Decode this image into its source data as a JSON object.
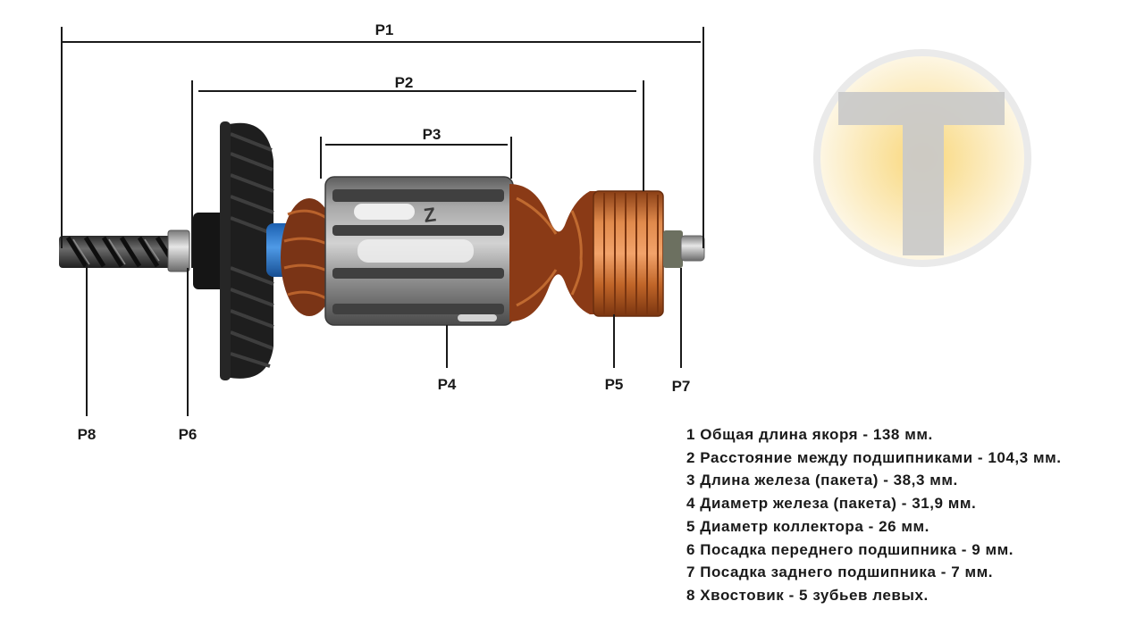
{
  "labels": {
    "p1": "P1",
    "p2": "P2",
    "p3": "P3",
    "p4": "P4",
    "p5": "P5",
    "p6": "P6",
    "p7": "P7",
    "p8": "P8"
  },
  "specs": [
    "1 Общая длина якоря - 138 мм.",
    "2 Расстояние между подшипниками - 104,3 мм.",
    "3 Длина железа (пакета) - 38,3 мм.",
    "4 Диаметр железа (пакета) - 31,9 мм.",
    "5 Диаметр коллектора - 26 мм.",
    "6 Посадка переднего подшипника - 9 мм.",
    "7 Посадка заднего подшипника - 7 мм.",
    "8 Хвостовик - 5 зубьев левых."
  ],
  "logo": {
    "letter": "T"
  },
  "colors": {
    "line": "#1a1a1a",
    "copper": "#c86a2c",
    "iron": "#8a8a8a",
    "fan": "#1e1e1e",
    "logo_glow": "#f7e2a0"
  }
}
